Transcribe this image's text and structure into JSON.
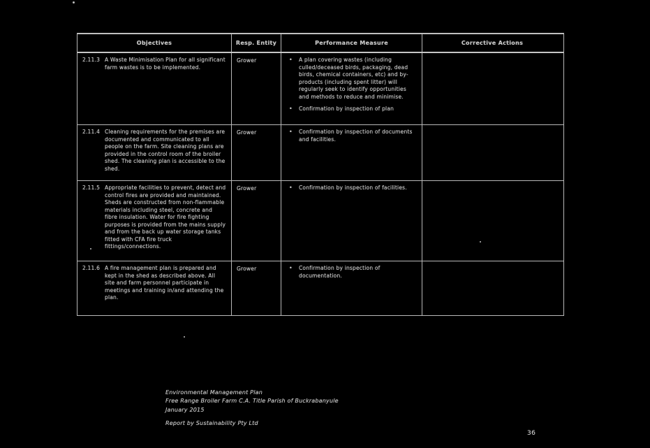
{
  "colors": {
    "background": "#000000",
    "ink": "#c9c9c9",
    "border": "#b9b9b9"
  },
  "table": {
    "headers": [
      "Objectives",
      "Resp. Entity",
      "Performance Measure",
      "Corrective Actions"
    ],
    "rows": [
      {
        "id": "2.11.3",
        "objective": "A Waste Minimisation Plan for all significant farm wastes is to be implemented.",
        "entity": "Grower",
        "measures": [
          "A plan covering wastes (including culled/deceased birds, packaging, dead birds, chemical containers, etc) and by-products (including spent litter) will regularly seek to identify opportunities and methods to reduce and minimise.",
          "Confirmation by inspection of plan"
        ],
        "corrective": ""
      },
      {
        "id": "2.11.4",
        "objective": "Cleaning requirements for the premises are documented and communicated to all people on the farm. Site cleaning plans are provided in the control room of the broiler shed. The cleaning plan is accessible to the shed.",
        "entity": "Grower",
        "measures": [
          "Confirmation by inspection of documents and facilities."
        ],
        "corrective": ""
      },
      {
        "id": "2.11.5",
        "objective": "Appropriate facilities to prevent, detect and control fires are provided and maintained. Sheds are constructed from non-flammable materials including steel, concrete and fibre insulation. Water for fire fighting purposes is provided from the mains supply and from the back up water storage tanks fitted with CFA fire truck fittings/connections.",
        "entity": "Grower",
        "measures": [
          "Confirmation by inspection of facilities."
        ],
        "corrective": ""
      },
      {
        "id": "2.11.6",
        "objective": "A fire management plan is prepared and kept in the shed as described above. All site and farm personnel participate in meetings and training in/and attending the plan.",
        "entity": "Grower",
        "measures": [
          "Confirmation by inspection of documentation."
        ],
        "corrective": ""
      }
    ]
  },
  "footer": {
    "line1": "Environmental Management Plan",
    "line2": "Free Range Broiler Farm C.A. Title Parish of Buckrabanyule",
    "line3": "January 2015",
    "report_by": "Report by Sustainability Pty Ltd",
    "page_number": "36"
  },
  "icons": {
    "bullet": "•"
  }
}
